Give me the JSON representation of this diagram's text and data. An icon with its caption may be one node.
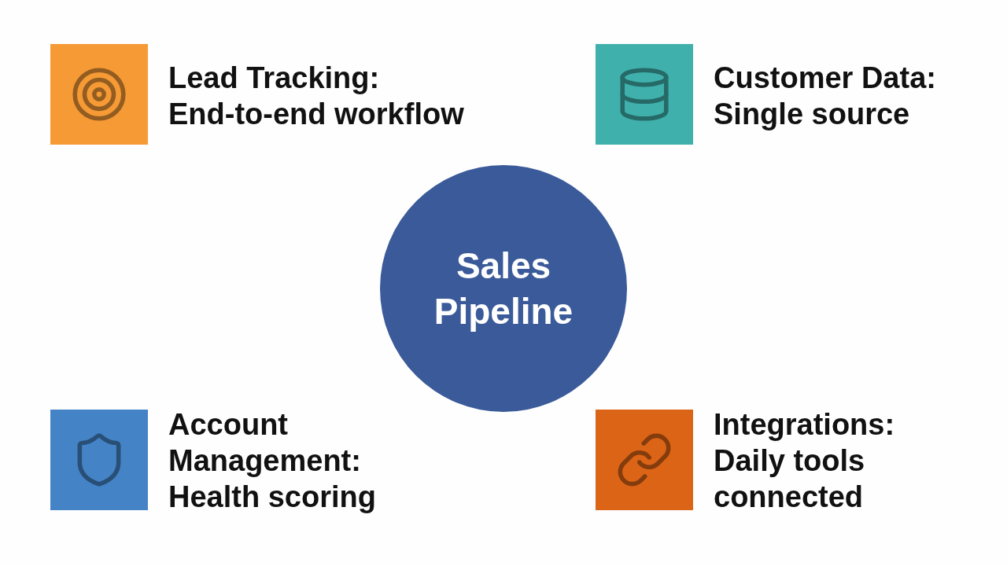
{
  "diagram": {
    "nodes": [
      {
        "text": [
          "Sales Pipeline"
        ]
      },
      {
        "text": [
          "Lead Tracking:",
          "End-to-end workflow"
        ]
      },
      {
        "text": [
          "Customer Data:",
          "Single source"
        ]
      },
      {
        "text": [
          "Account Management:",
          "Health scoring"
        ]
      },
      {
        "text": [
          "Integrations:",
          "Daily tools connected"
        ]
      }
    ]
  }
}
